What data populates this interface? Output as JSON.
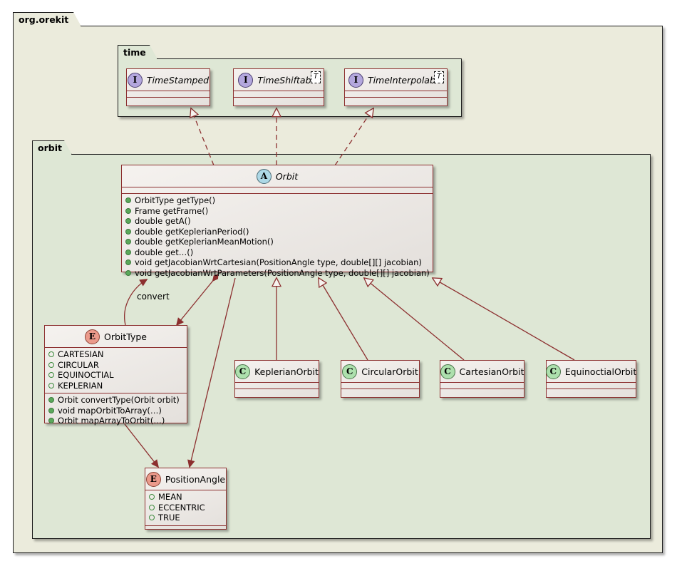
{
  "diagram": {
    "type": "uml-class-diagram",
    "accent_color": "#8c2f2f",
    "outer_package_bg": "#ebebdc",
    "inner_package_bg": "#dee7d5"
  },
  "packages": {
    "root": {
      "label": "org.orekit"
    },
    "time": {
      "label": "time"
    },
    "orbit": {
      "label": "orbit"
    }
  },
  "classes": {
    "time_stamped": {
      "name": "TimeStamped",
      "stereotype": "I",
      "kind": "interface",
      "generic": null,
      "fields": [],
      "methods": []
    },
    "time_shiftable": {
      "name": "TimeShiftable",
      "stereotype": "I",
      "kind": "interface",
      "generic": "T",
      "fields": [],
      "methods": []
    },
    "time_interpolable": {
      "name": "TimeInterpolable",
      "stereotype": "I",
      "kind": "interface",
      "generic": "T",
      "fields": [],
      "methods": []
    },
    "orbit": {
      "name": "Orbit",
      "stereotype": "A",
      "kind": "abstract-class",
      "fields": [],
      "methods": [
        "OrbitType getType()",
        "Frame getFrame()",
        "double getA()",
        "double getKeplerianPeriod()",
        "double getKeplerianMeanMotion()",
        "double get…()",
        "void getJacobianWrtCartesian(PositionAngle type, double[][] jacobian)",
        "void getJacobianWrtParameters(PositionAngle type, double[][] jacobian)"
      ]
    },
    "orbit_type": {
      "name": "OrbitType",
      "stereotype": "E",
      "kind": "enum",
      "fields": [
        "CARTESIAN",
        "CIRCULAR",
        "EQUINOCTIAL",
        "KEPLERIAN"
      ],
      "methods": [
        "Orbit convertType(Orbit orbit)",
        "void mapOrbitToArray(…)",
        "Orbit mapArrayToOrbit(…)"
      ]
    },
    "position_angle": {
      "name": "PositionAngle",
      "stereotype": "E",
      "kind": "enum",
      "fields": [
        "MEAN",
        "ECCENTRIC",
        "TRUE"
      ],
      "methods": []
    },
    "keplerian_orbit": {
      "name": "KeplerianOrbit",
      "stereotype": "C",
      "kind": "class",
      "fields": [],
      "methods": []
    },
    "circular_orbit": {
      "name": "CircularOrbit",
      "stereotype": "C",
      "kind": "class",
      "fields": [],
      "methods": []
    },
    "cartesian_orbit": {
      "name": "CartesianOrbit",
      "stereotype": "C",
      "kind": "class",
      "fields": [],
      "methods": []
    },
    "equinoctial_orbit": {
      "name": "EquinoctialOrbit",
      "stereotype": "C",
      "kind": "class",
      "fields": [],
      "methods": []
    }
  },
  "relations": {
    "convert_label": "convert",
    "items": [
      {
        "from": "Orbit",
        "to": "TimeStamped",
        "kind": "realization"
      },
      {
        "from": "Orbit",
        "to": "TimeShiftable",
        "kind": "realization"
      },
      {
        "from": "Orbit",
        "to": "TimeInterpolable",
        "kind": "realization"
      },
      {
        "from": "KeplerianOrbit",
        "to": "Orbit",
        "kind": "generalization"
      },
      {
        "from": "CircularOrbit",
        "to": "Orbit",
        "kind": "generalization"
      },
      {
        "from": "CartesianOrbit",
        "to": "Orbit",
        "kind": "generalization"
      },
      {
        "from": "EquinoctialOrbit",
        "to": "Orbit",
        "kind": "generalization"
      },
      {
        "from": "OrbitType",
        "to": "Orbit",
        "kind": "association",
        "label": "convert"
      },
      {
        "from": "Orbit",
        "to": "PositionAngle",
        "kind": "composition"
      },
      {
        "from": "OrbitType",
        "to": "PositionAngle",
        "kind": "association"
      }
    ]
  }
}
